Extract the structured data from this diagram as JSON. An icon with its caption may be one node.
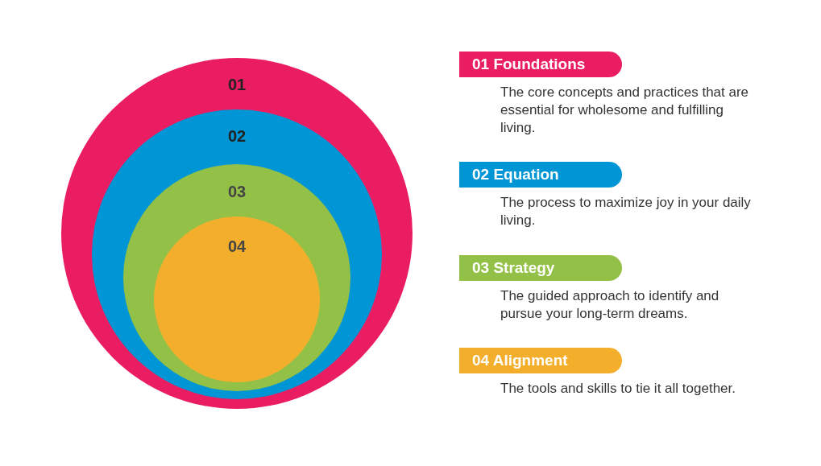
{
  "diagram": {
    "nodes": [
      {
        "text": [
          "01"
        ]
      },
      {
        "text": [
          "02"
        ],
        "in": 0
      },
      {
        "text": [
          "03"
        ],
        "in": 1
      },
      {
        "text": [
          "04"
        ],
        "in": 2
      },
      {
        "text": [
          "01 Foundations"
        ],
        "beside": [
          "The core concepts and practices that are essential for wholesome and fulfilling living."
        ]
      },
      {
        "text": [
          "02 Equation"
        ],
        "beside": [
          "The process to maximize joy in your daily living."
        ]
      },
      {
        "text": [
          "03 Strategy"
        ],
        "beside": [
          "The guided approach to identify and pursue your long-term dreams."
        ]
      },
      {
        "text": [
          "04 Alignment"
        ],
        "beside": [
          "The tools and skills to tie it all together."
        ]
      }
    ]
  }
}
